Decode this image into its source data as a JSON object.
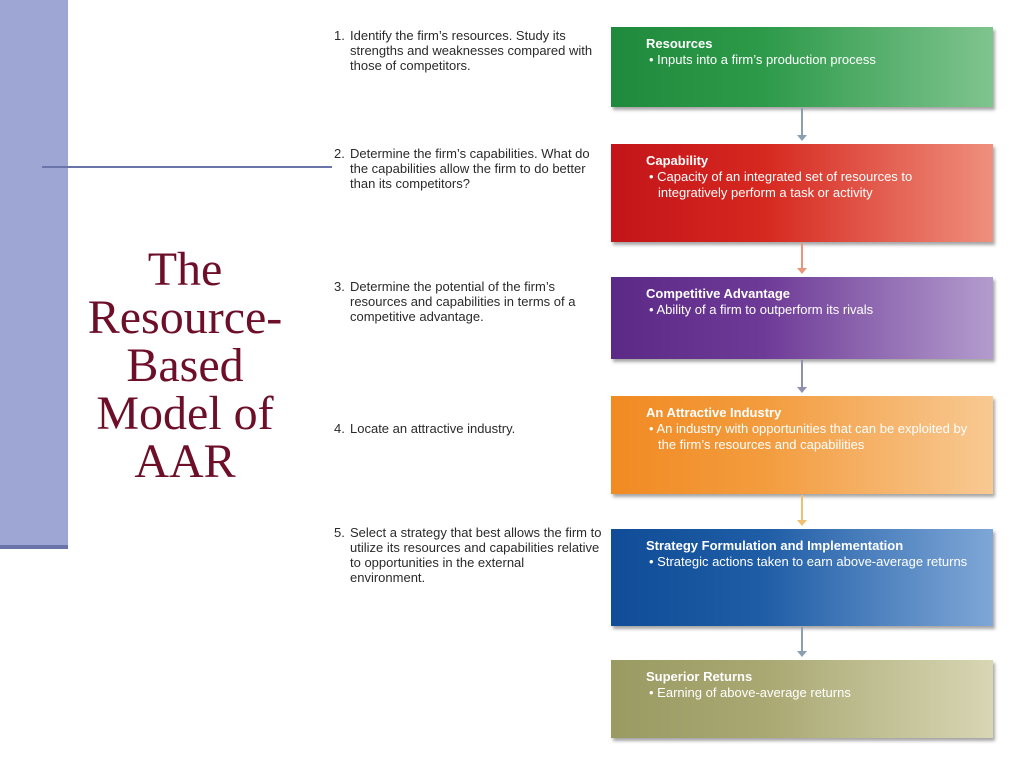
{
  "slide_title": {
    "line1": "The",
    "line2": "Resource-",
    "line3": "Based",
    "line4": "Model of",
    "line5": "AAR"
  },
  "steps": [
    {
      "num": "1.",
      "text": "Identify the firm’s resources. Study its strengths and weaknesses compared with those of competitors."
    },
    {
      "num": "2.",
      "text": "Determine the firm’s capabilities. What do the capabilities allow the firm to do better than its competitors?"
    },
    {
      "num": "3.",
      "text": "Determine the potential of the firm’s resources and capabilities in terms of a competitive advantage."
    },
    {
      "num": "4.",
      "text": "Locate an attractive industry."
    },
    {
      "num": "5.",
      "text": "Select a strategy that best allows the firm to utilize its resources and capabilities relative to opportunities in the external environment."
    }
  ],
  "boxes": [
    {
      "title": "Resources",
      "body": "• Inputs into a firm’s production process",
      "color": "#2d9a4a"
    },
    {
      "title": "Capability",
      "body": "• Capacity of an integrated set of resources to integratively perform a task or activity",
      "color": "#d6281f"
    },
    {
      "title": "Competitive Advantage",
      "body": "• Ability of a firm to outperform its rivals",
      "color": "#6e3a97"
    },
    {
      "title": "An Attractive Industry",
      "body": "• An industry with opportunities that can be exploited by the firm’s resources and capabilities",
      "color": "#f39c3e"
    },
    {
      "title": "Strategy Formulation and Implementation",
      "body": "• Strategic actions taken to earn above-average returns",
      "color": "#1f5da6"
    },
    {
      "title": "Superior Returns",
      "body": "• Earning of above-average returns",
      "color": "#a9a872"
    }
  ],
  "colors": {
    "title_text": "#6e0f2a",
    "sidebar": "#9ea6d4"
  }
}
